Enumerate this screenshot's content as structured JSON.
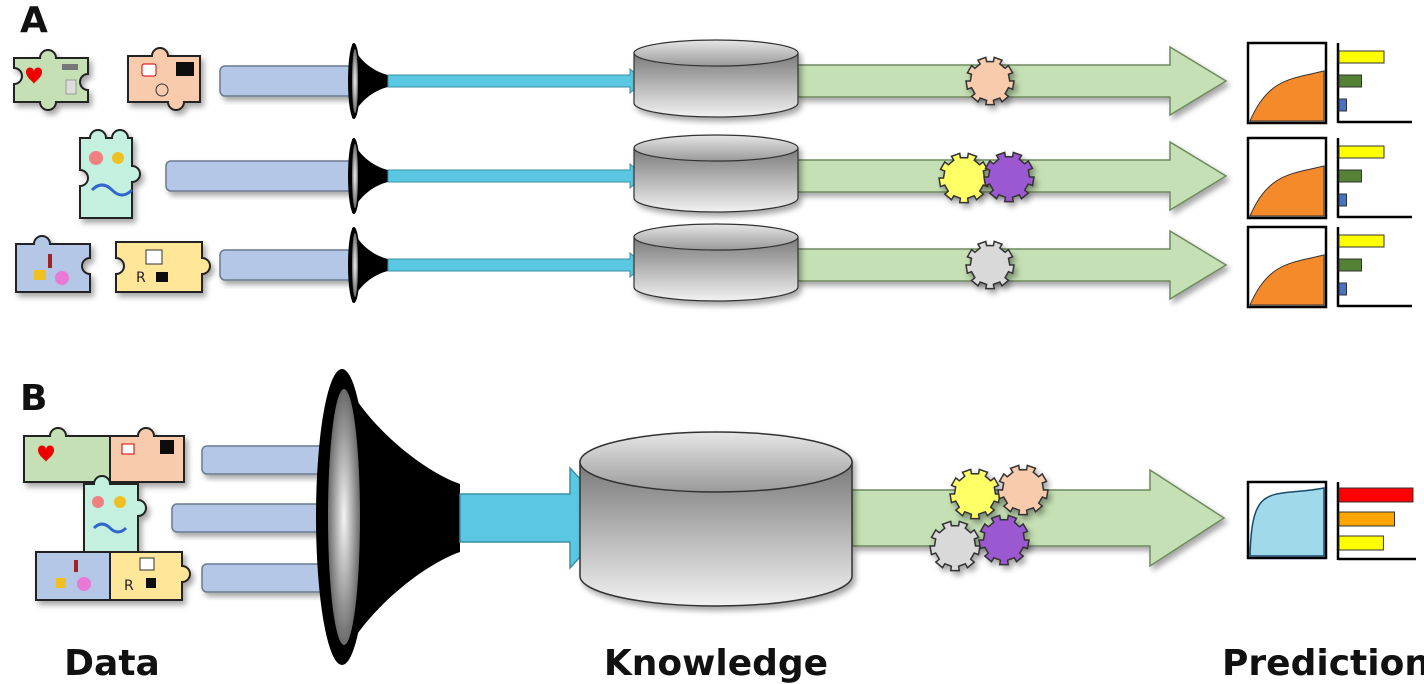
{
  "panels": {
    "a_label": "A",
    "b_label": "B"
  },
  "footer": {
    "data_label": "Data",
    "knowledge_label": "Knowledge",
    "prediction_label": "Prediction"
  },
  "colors": {
    "input_bar": "#b4c7e7",
    "flow_arrow": "#5bc8e3",
    "output_arrow": "#c5e0b4",
    "gear_peach": "#f8cbad",
    "gear_yellow": "#ffff66",
    "gear_purple": "#9b59d0",
    "gear_gray": "#d9d9d9",
    "curve_orange": "#f58a2a",
    "curve_blue": "#9fd9ea",
    "bar_yellow": "#ffff00",
    "bar_green": "#548235",
    "bar_blue": "#4472c4",
    "bar_red": "#ff0000",
    "bar_orange": "#ffa500",
    "piece_green": "#c5e0b4",
    "piece_peach": "#f8cbad",
    "piece_mint": "#c4f0e0",
    "piece_blue": "#b4c7e7",
    "piece_yellow": "#ffe699"
  },
  "rows_a": [
    {
      "gears": [
        "gear_peach"
      ],
      "bars": [
        {
          "value": 0.9,
          "color": "bar_yellow"
        },
        {
          "value": 0.45,
          "color": "bar_green"
        },
        {
          "value": 0.15,
          "color": "bar_blue"
        }
      ]
    },
    {
      "gears": [
        "gear_yellow",
        "gear_purple"
      ],
      "bars": [
        {
          "value": 0.9,
          "color": "bar_yellow"
        },
        {
          "value": 0.45,
          "color": "bar_green"
        },
        {
          "value": 0.15,
          "color": "bar_blue"
        }
      ]
    },
    {
      "gears": [
        "gear_gray"
      ],
      "bars": [
        {
          "value": 0.9,
          "color": "bar_yellow"
        },
        {
          "value": 0.45,
          "color": "bar_green"
        },
        {
          "value": 0.15,
          "color": "bar_blue"
        }
      ]
    }
  ],
  "row_b": {
    "gears": [
      "gear_yellow",
      "gear_peach",
      "gear_gray",
      "gear_purple"
    ],
    "bars": [
      {
        "value": 1.0,
        "color": "bar_red"
      },
      {
        "value": 0.75,
        "color": "bar_orange"
      },
      {
        "value": 0.6,
        "color": "bar_yellow"
      }
    ]
  }
}
